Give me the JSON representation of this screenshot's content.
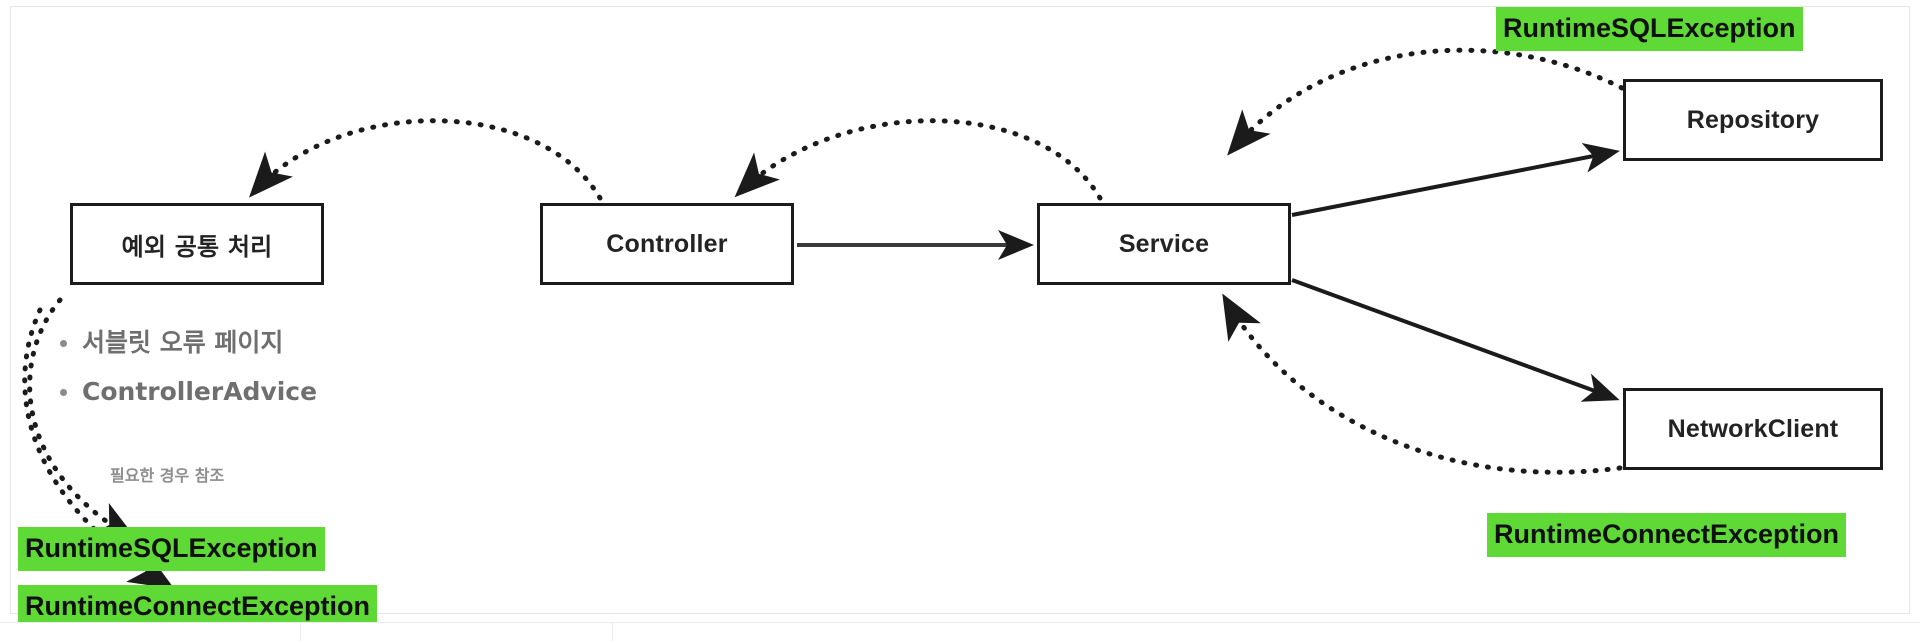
{
  "diagram": {
    "title": "Exception handling flow diagram",
    "nodes": [
      {
        "id": "exception-handler",
        "label": "예외 공통 처리"
      },
      {
        "id": "controller",
        "label": "Controller"
      },
      {
        "id": "service",
        "label": "Service"
      },
      {
        "id": "repository",
        "label": "Repository"
      },
      {
        "id": "network-client",
        "label": "NetworkClient"
      }
    ],
    "bullets": [
      {
        "label": "서블릿 오류 페이지"
      },
      {
        "label": "ControllerAdvice"
      }
    ],
    "annotation": "필요한 경우 참조",
    "chips": [
      {
        "id": "chip-top-right",
        "label": "RuntimeSQLException"
      },
      {
        "id": "chip-bottom-right",
        "label": "RuntimeConnectException"
      },
      {
        "id": "chip-bottom-left-1",
        "label": "RuntimeSQLException"
      },
      {
        "id": "chip-bottom-left-2",
        "label": "RuntimeConnectException"
      }
    ],
    "colors": {
      "highlight_green": "#5FD936",
      "node_border": "#1b1b1b",
      "node_text": "#232323",
      "bullet_text": "#6f6f6f",
      "annotation_text": "#8e8e8e",
      "background": "#ffffff",
      "frame_border": "#e6e6e6"
    },
    "edges": [
      {
        "from": "controller",
        "to": "service",
        "style": "solid",
        "direction": "forward"
      },
      {
        "from": "service",
        "to": "repository",
        "style": "solid",
        "direction": "forward"
      },
      {
        "from": "service",
        "to": "network-client",
        "style": "solid",
        "direction": "forward"
      },
      {
        "from": "repository",
        "to": "service",
        "style": "dotted",
        "direction": "forward"
      },
      {
        "from": "network-client",
        "to": "service",
        "style": "dotted",
        "direction": "forward"
      },
      {
        "from": "service",
        "to": "controller",
        "style": "dotted",
        "direction": "forward"
      },
      {
        "from": "controller",
        "to": "exception-handler",
        "style": "dotted",
        "direction": "forward"
      },
      {
        "from": "exception-handler",
        "to": "chip-bottom-left-1",
        "style": "dotted",
        "direction": "forward"
      },
      {
        "from": "exception-handler",
        "to": "chip-bottom-left-2",
        "style": "dotted",
        "direction": "forward"
      }
    ]
  }
}
